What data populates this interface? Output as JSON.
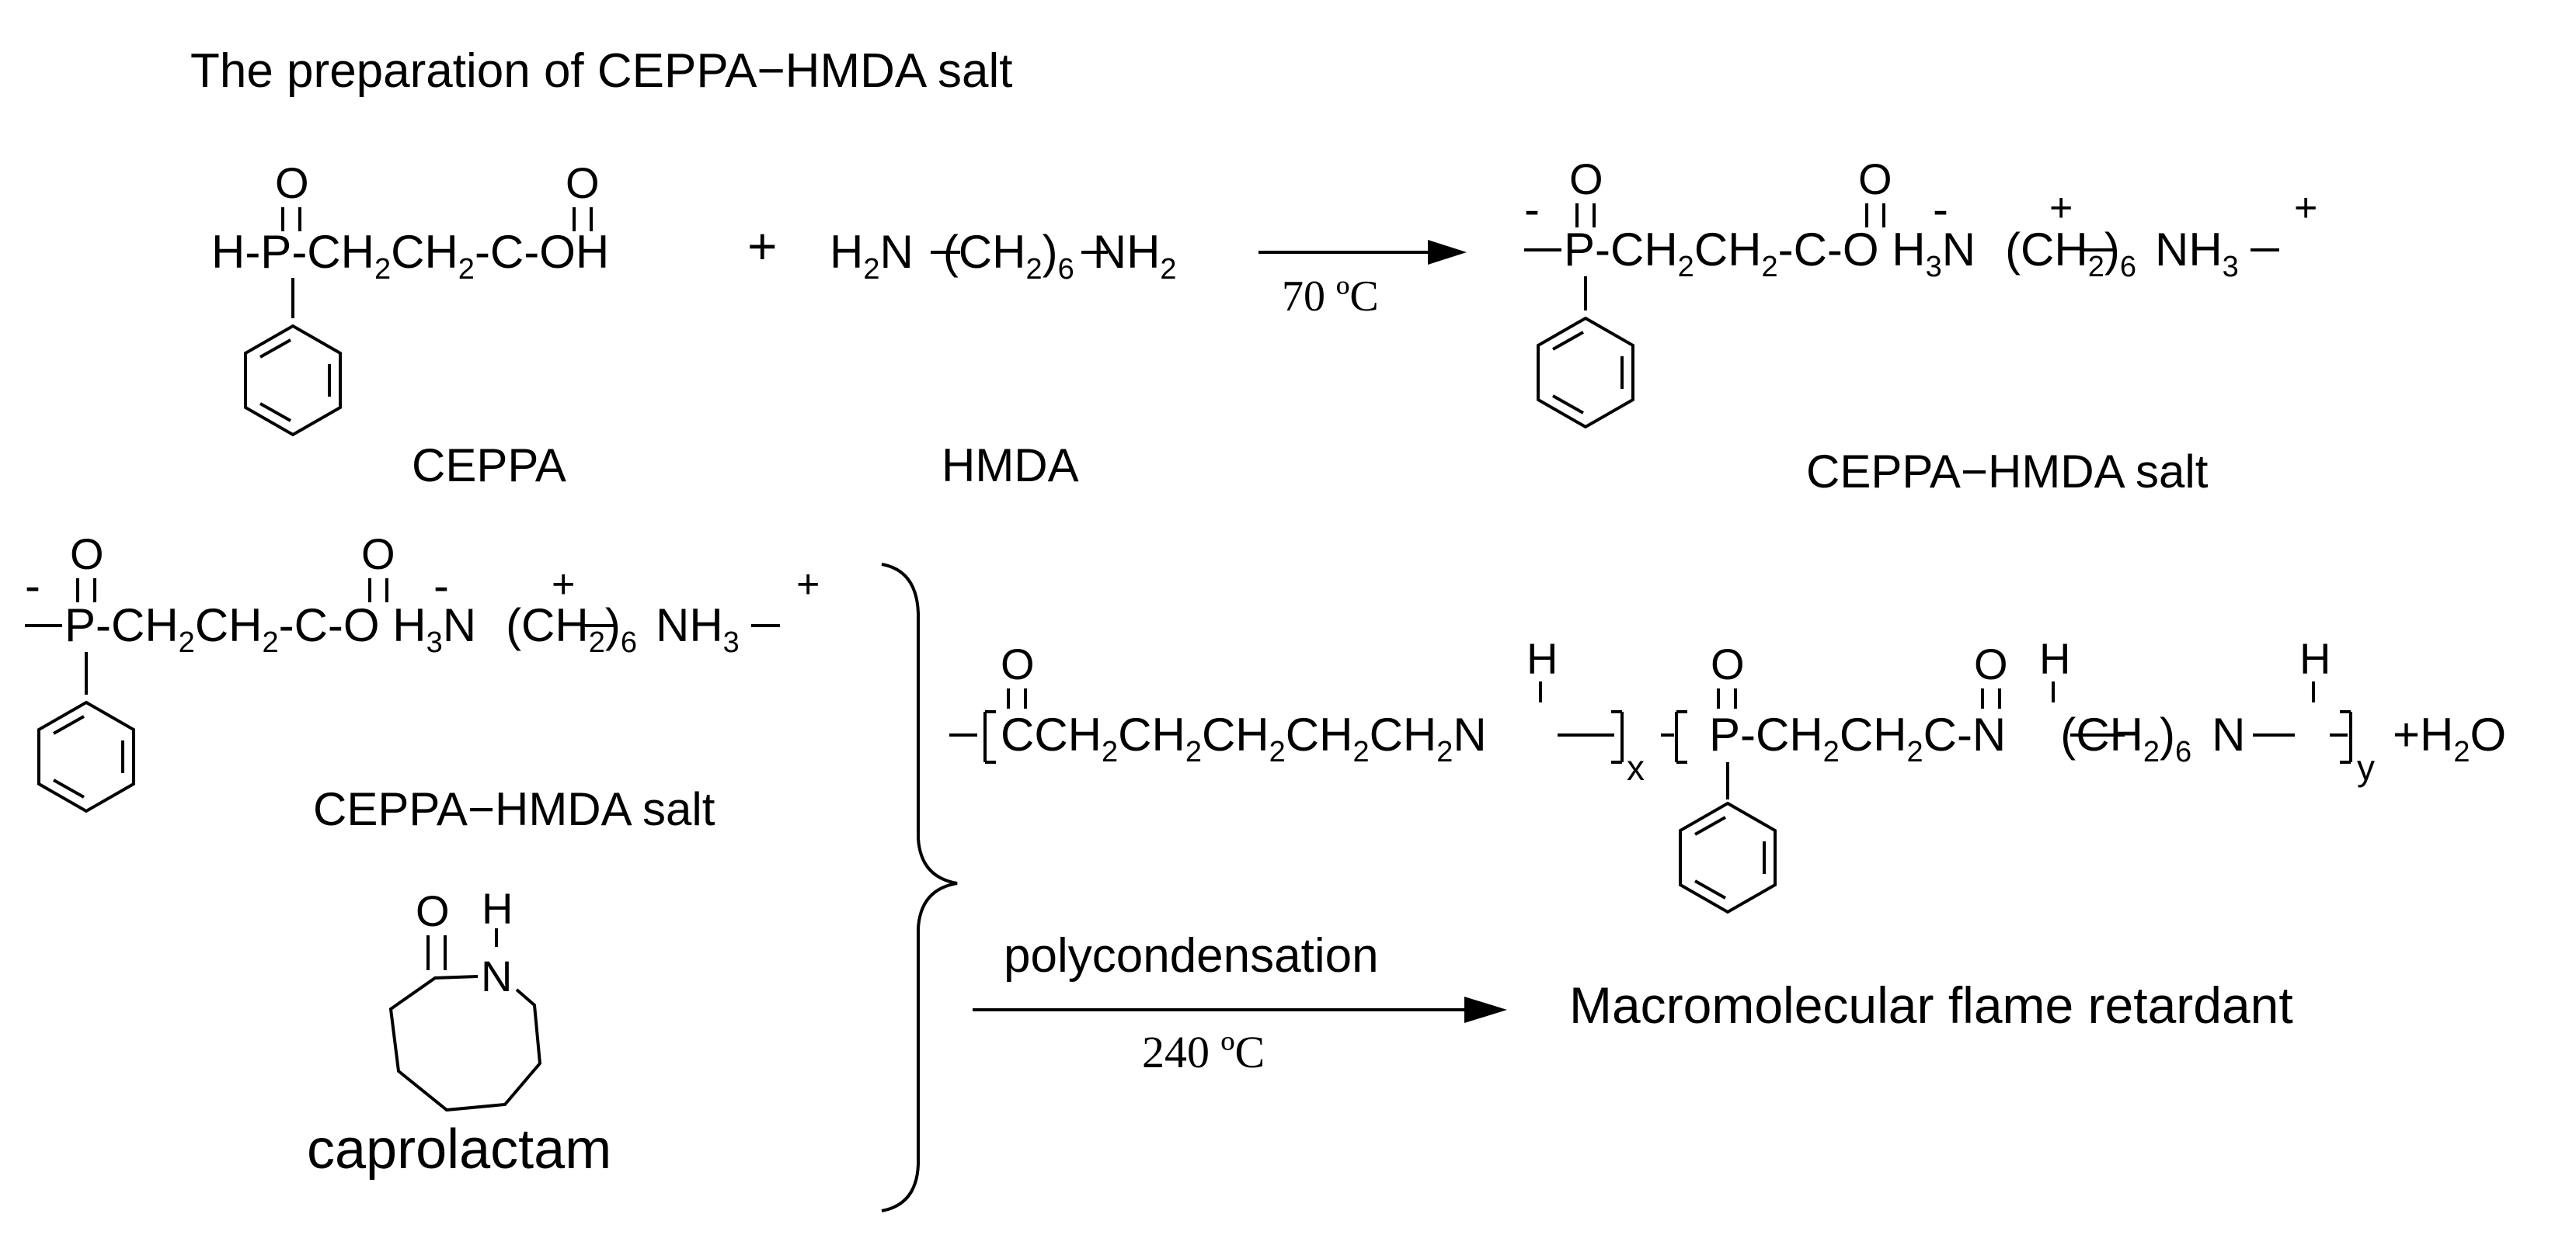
{
  "title": "The preparation of CEPPA−HMDA salt",
  "reaction1": {
    "cepa": {
      "o_top": "O",
      "acid_o": "O",
      "formula": [
        "H-P-CH",
        "2",
        "CH",
        "2",
        "-C-OH"
      ],
      "label": "CEPPA"
    },
    "plus": "+",
    "hmda": {
      "formula": [
        "H",
        "2",
        "N",
        "(CH",
        "2",
        ")",
        "6",
        "NH",
        "2"
      ],
      "label": "HMDA"
    },
    "condition": "70 ºC",
    "salt": {
      "charge_left": "-",
      "charge_right": "-",
      "plus1": "+",
      "plus2": "+",
      "o_top": "O",
      "acid_o": "O",
      "formula": [
        "P-CH",
        "2",
        "CH",
        "2",
        "-C-O H",
        "3",
        "N",
        "(CH",
        "2",
        ")",
        "6",
        "NH",
        "3"
      ],
      "label": "CEPPA−HMDA salt"
    }
  },
  "reaction2": {
    "salt_label": "CEPPA−HMDA salt",
    "caprolactam": {
      "o": "O",
      "h": "H",
      "n": "N",
      "label": "caprolactam"
    },
    "condition_top": "polycondensation",
    "condition_bottom": "240 ºC",
    "product": {
      "h1": "H",
      "h2": "H",
      "h3": "H",
      "o1": "O",
      "o2": "O",
      "o3": "O",
      "formula": [
        "CCH",
        "2",
        "CH",
        "2",
        "CH",
        "2",
        "CH",
        "2",
        "CH",
        "2",
        "N"
      ],
      "x": "x",
      "formula2": [
        "P-CH",
        "2",
        "CH",
        "2",
        "C-N",
        "(CH",
        "2",
        ")",
        "6",
        "N"
      ],
      "y": "y",
      "water": [
        "+H",
        "2",
        "O"
      ],
      "label": "Macromolecular flame retardant"
    }
  }
}
